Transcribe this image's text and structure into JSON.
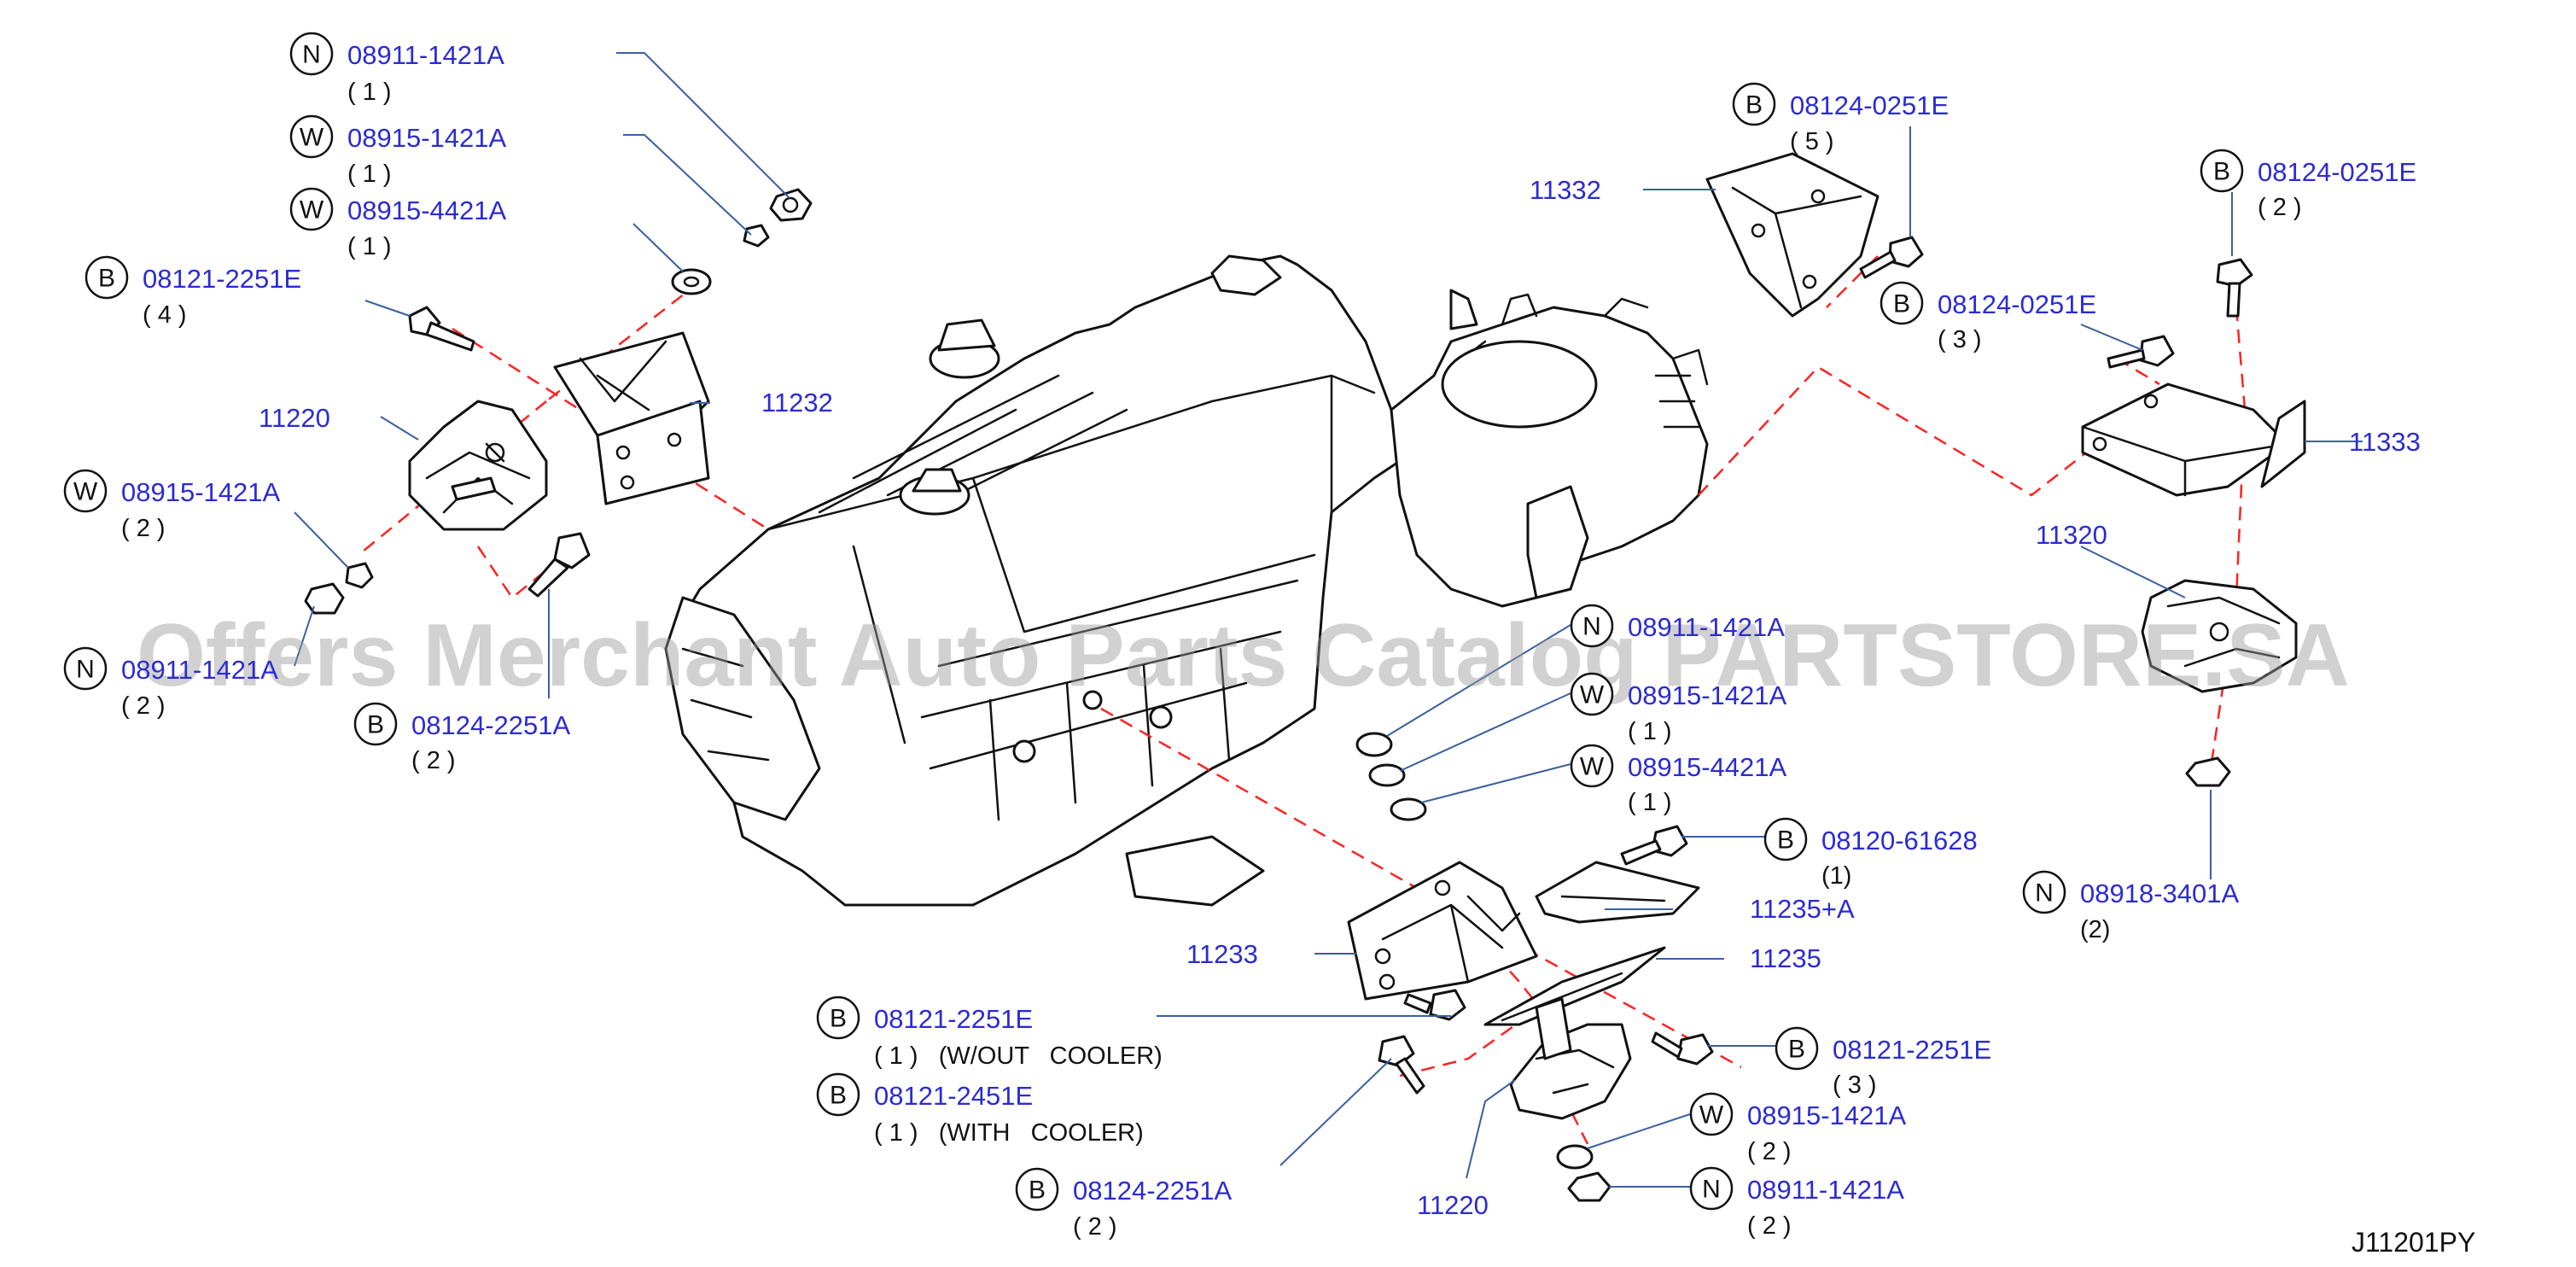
{
  "watermark": "Offers Merchant Auto Parts Catalog PARTSTORE.SA",
  "diagram_code": "J11201PY",
  "callouts": {
    "c1": {
      "letter": "N",
      "part": "08911-1421A",
      "qty": "( 1 )"
    },
    "c2": {
      "letter": "W",
      "part": "08915-1421A",
      "qty": "( 1 )"
    },
    "c3": {
      "letter": "W",
      "part": "08915-4421A",
      "qty": "( 1 )"
    },
    "c4": {
      "letter": "B",
      "part": "08121-2251E",
      "qty": "( 4 )"
    },
    "c5": {
      "letter": "W",
      "part": "08915-1421A",
      "qty": "( 2 )"
    },
    "c6": {
      "letter": "N",
      "part": "08911-1421A",
      "qty": "( 2 )"
    },
    "c7": {
      "letter": "B",
      "part": "08124-2251A",
      "qty": "( 2 )"
    },
    "c8": {
      "letter": "B",
      "part": "08124-0251E",
      "qty": "( 5 )"
    },
    "c9": {
      "letter": "B",
      "part": "08124-0251E",
      "qty": "( 2 )"
    },
    "c10": {
      "letter": "B",
      "part": "08124-0251E",
      "qty": "( 3 )"
    },
    "c11": {
      "letter": "N",
      "part": "08911-1421A",
      "qty": ""
    },
    "c12": {
      "letter": "W",
      "part": "08915-1421A",
      "qty": "( 1 )"
    },
    "c13": {
      "letter": "W",
      "part": "08915-4421A",
      "qty": "( 1 )"
    },
    "c14": {
      "letter": "B",
      "part": "08120-61628",
      "qty": "(1)"
    },
    "c15": {
      "letter": "N",
      "part": "08918-3401A",
      "qty": "(2)"
    },
    "c16": {
      "letter": "B",
      "part": "08121-2251E",
      "qty": "( 1 )   (W/OUT   COOLER)"
    },
    "c17": {
      "letter": "B",
      "part": "08121-2451E",
      "qty": "( 1 )   (WITH   COOLER)"
    },
    "c18": {
      "letter": "B",
      "part": "08124-2251A",
      "qty": "( 2 )"
    },
    "c19": {
      "letter": "B",
      "part": "08121-2251E",
      "qty": "( 3 )"
    },
    "c20": {
      "letter": "W",
      "part": "08915-1421A",
      "qty": "( 2 )"
    },
    "c21": {
      "letter": "N",
      "part": "08911-1421A",
      "qty": "( 2 )"
    }
  },
  "parts": {
    "p11220a": "11220",
    "p11232": "11232",
    "p11332": "11332",
    "p11333": "11333",
    "p11320": "11320",
    "p11233": "11233",
    "p11235a": "11235+A",
    "p11235": "11235",
    "p11220b": "11220"
  },
  "colors": {
    "label": "#2b2bd4",
    "dashed_line": "#ff2222",
    "leader_line": "#3a5fa0",
    "outline": "#111111"
  }
}
